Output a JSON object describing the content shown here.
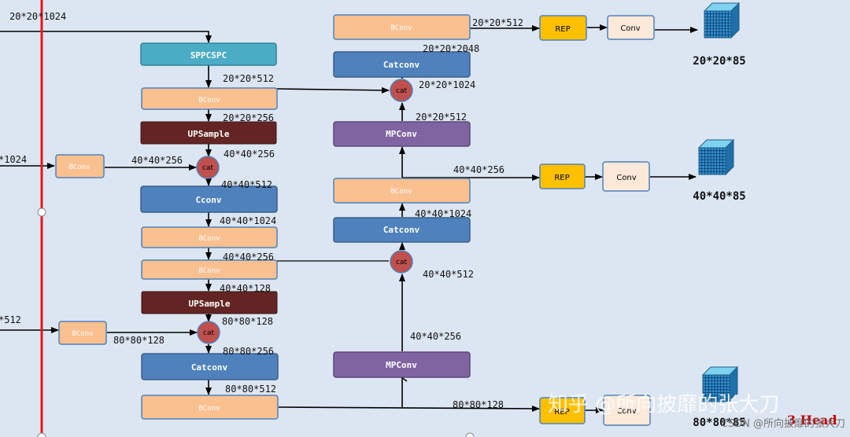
{
  "labels": {
    "top_in": "20*20*1024",
    "mid_in": "*1024",
    "low_in": "*512",
    "l_512a": "20*20*512",
    "l_256a": "20*20*256",
    "l_4040_256a": "40*40*256",
    "l_4040_256b": "40*40*256",
    "l_4040_512a": "40*40*512",
    "l_4040_1024a": "40*40*1024",
    "l_4040_256c": "40*40*256",
    "l_4040_128": "40*40*128",
    "l_8080_128a": "80*80*128",
    "l_8080_128b": "80*80*128",
    "l_8080_256": "80*80*256",
    "l_8080_512": "80*80*512",
    "r_2020_512": "20*20*512",
    "r_2020_2048": "20*20*2048",
    "r_2020_1024": "20*20*1024",
    "r_2020_512b": "20*20*512",
    "r_4040_256": "40*40*256",
    "r_4040_1024": "40*40*1024",
    "r_4040_512": "40*40*512",
    "r_4040_256b": "40*40*256",
    "r_8080_128": "80*80*128"
  },
  "blocks": {
    "sppcspc": "SPPCSPC",
    "bconv": "BConv",
    "upsample": "UPSample",
    "cat": "cat",
    "cconv": "Cconv",
    "catconv": "Catconv",
    "mpconv": "MPConv",
    "rep": "REP",
    "conv": "Conv"
  },
  "outputs": {
    "o1": "20*20*85",
    "o2": "40*40*85",
    "o3": "80*80*85"
  },
  "watermarks": {
    "zhihu": "知乎 @所向披靡的张大刀",
    "csdn": "CSDN @所向披靡的张大刀"
  },
  "corner_label": "3 Head",
  "colors": {
    "bconv": "#fac090",
    "blue": "#4f81bd",
    "teal": "#4bacc6",
    "upsample": "#632523",
    "purple": "#8064a2",
    "cat": "#c0504d",
    "rep": "#ffc000",
    "conv": "#fde9d9",
    "red_line": "#e8141c"
  }
}
